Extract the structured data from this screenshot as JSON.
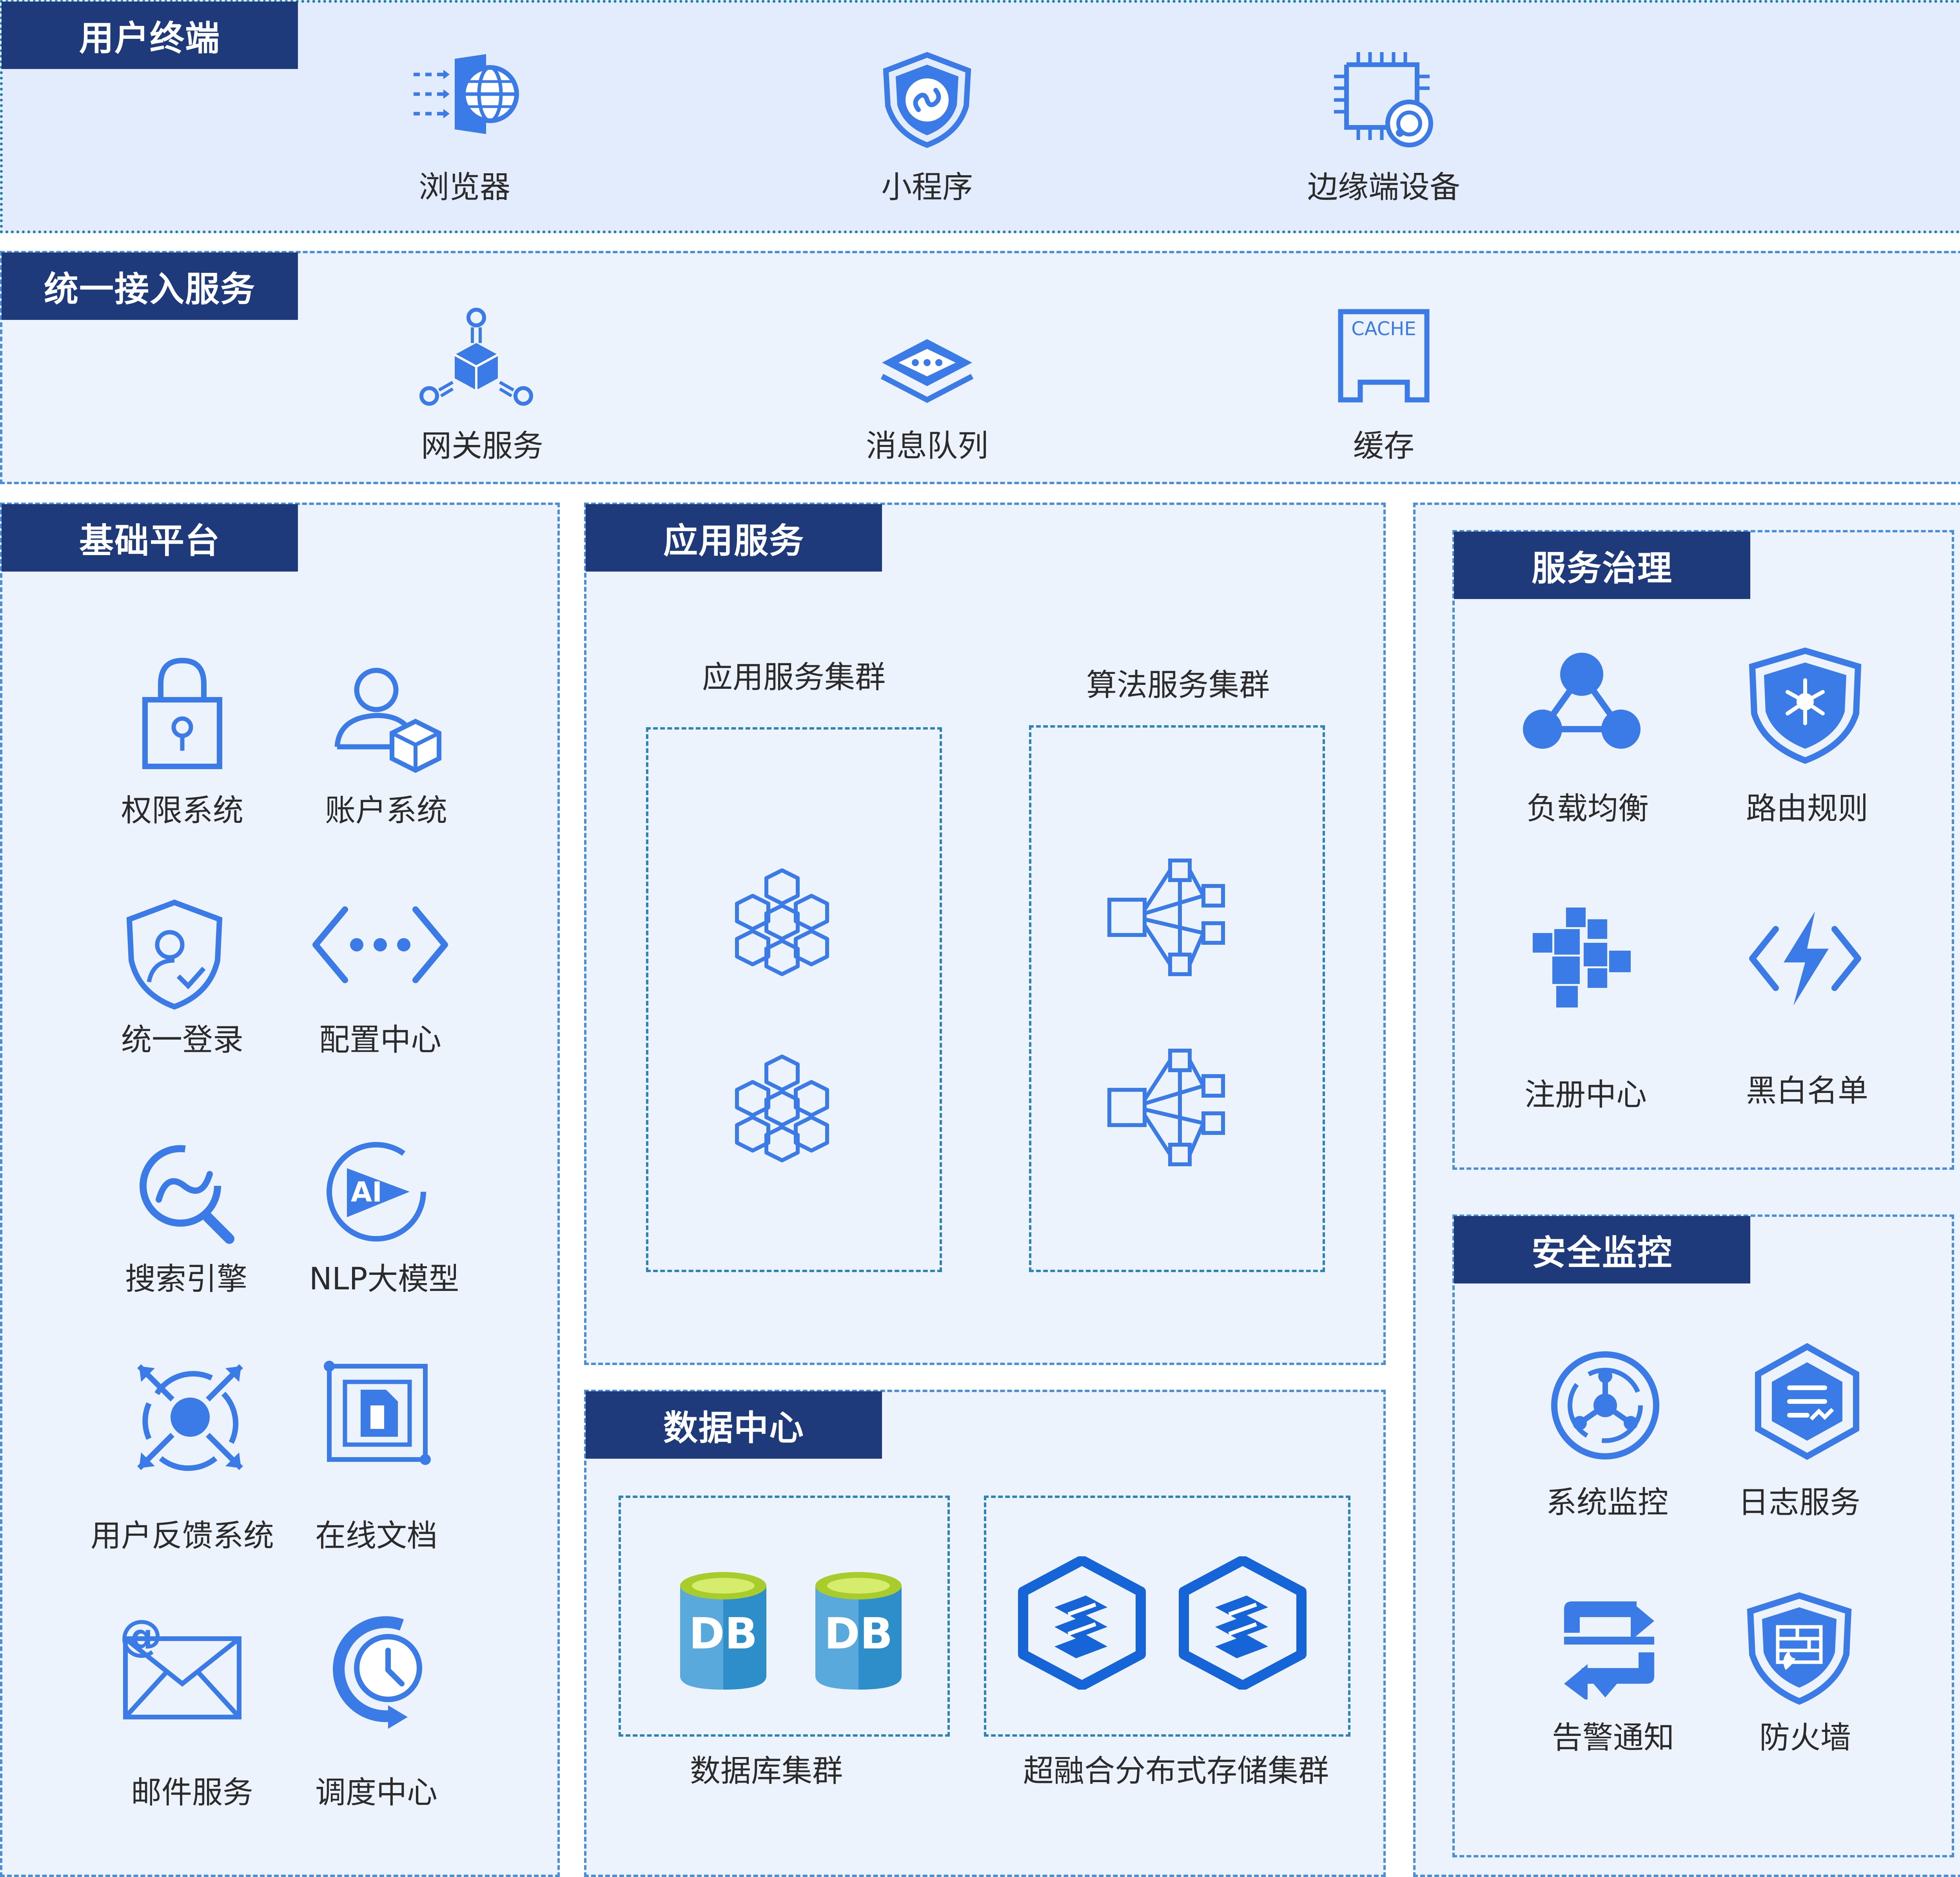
{
  "sections": {
    "terminal": {
      "title": "用户终端",
      "items": [
        {
          "label": "浏览器",
          "icon": "browser-globe-icon"
        },
        {
          "label": "小程序",
          "icon": "mini-program-shield-icon"
        },
        {
          "label": "边缘端设备",
          "icon": "edge-device-chip-icon"
        }
      ]
    },
    "access": {
      "title": "统一接入服务",
      "items": [
        {
          "label": "网关服务",
          "icon": "gateway-cube-icon"
        },
        {
          "label": "消息队列",
          "icon": "message-queue-icon"
        },
        {
          "label": "缓存",
          "icon": "cache-icon",
          "icon_text": "CACHE"
        }
      ]
    },
    "base": {
      "title": "基础平台",
      "items": [
        {
          "label": "权限系统",
          "icon": "padlock-icon"
        },
        {
          "label": "账户系统",
          "icon": "user-cube-icon"
        },
        {
          "label": "统一登录",
          "icon": "shield-user-check-icon"
        },
        {
          "label": "配置中心",
          "icon": "code-brackets-icon"
        },
        {
          "label": "搜索引擎",
          "icon": "search-icon"
        },
        {
          "label": "NLP大模型",
          "icon": "ai-play-icon",
          "icon_text": "AI"
        },
        {
          "label": "用户反馈系统",
          "icon": "feedback-arrows-icon"
        },
        {
          "label": "在线文档",
          "icon": "document-copy-icon"
        },
        {
          "label": "邮件服务",
          "icon": "mail-icon",
          "icon_text": "@"
        },
        {
          "label": "调度中心",
          "icon": "clock-schedule-icon"
        }
      ]
    },
    "app": {
      "title": "应用服务",
      "clusters": [
        {
          "label": "应用服务集群",
          "icon": "hex-cluster-icon"
        },
        {
          "label": "算法服务集群",
          "icon": "algorithm-network-icon"
        }
      ]
    },
    "data": {
      "title": "数据中心",
      "clusters": [
        {
          "label": "数据库集群",
          "icon": "database-icon",
          "icon_text": "DB"
        },
        {
          "label": "超融合分布式存储集群",
          "icon": "hyperconverged-storage-icon"
        }
      ]
    },
    "governance": {
      "title": "服务治理",
      "items": [
        {
          "label": "负载均衡",
          "icon": "load-balance-icon"
        },
        {
          "label": "路由规则",
          "icon": "route-shield-icon"
        },
        {
          "label": "注册中心",
          "icon": "registry-blocks-icon"
        },
        {
          "label": "黑白名单",
          "icon": "blacklist-bolt-icon"
        }
      ]
    },
    "security": {
      "title": "安全监控",
      "items": [
        {
          "label": "系统监控",
          "icon": "monitor-icon"
        },
        {
          "label": "日志服务",
          "icon": "log-hexagon-icon"
        },
        {
          "label": "告警通知",
          "icon": "alert-message-icon"
        },
        {
          "label": "防火墙",
          "icon": "firewall-shield-icon"
        }
      ]
    }
  },
  "colors": {
    "header_bg": "#1f3a7b",
    "icon_blue": "#3b7be8",
    "db_green": "#a8cc2b",
    "db_blue": "#2e8ec9",
    "storage_blue": "#1565d8"
  }
}
